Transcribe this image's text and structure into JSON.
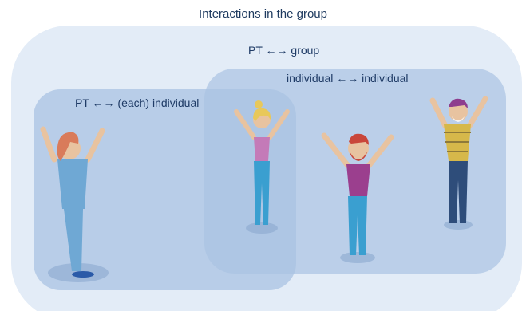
{
  "title": "Interactions in the group",
  "regions": {
    "pt_group": "PT ←→ group",
    "individual_individual": "individual  ←→ individual",
    "pt_each_individual": "PT ←→ (each) individual"
  },
  "colors": {
    "outer_region": "#e2ebf6",
    "pt_region": "#a9c4e4",
    "individual_region": "#a9c4e4",
    "text": "#1f3b66"
  },
  "people": [
    {
      "name": "physical-therapist",
      "hair": "#d97b5a",
      "top": "#6fa8d4",
      "pants": "#6fa8d4",
      "skin": "#e8c3a0"
    },
    {
      "name": "woman",
      "hair": "#e8c85a",
      "top": "#c47ab8",
      "pants": "#3a9fd0",
      "skin": "#e8c3a0"
    },
    {
      "name": "bearded-man",
      "hair": "#c9463a",
      "top": "#9b3f8e",
      "pants": "#3a9fd0",
      "skin": "#e8c3a0"
    },
    {
      "name": "older-man",
      "hair": "#8e3d8e",
      "top": "#d6b84a",
      "pants": "#2e4d7a",
      "skin": "#e8c3a0"
    }
  ]
}
